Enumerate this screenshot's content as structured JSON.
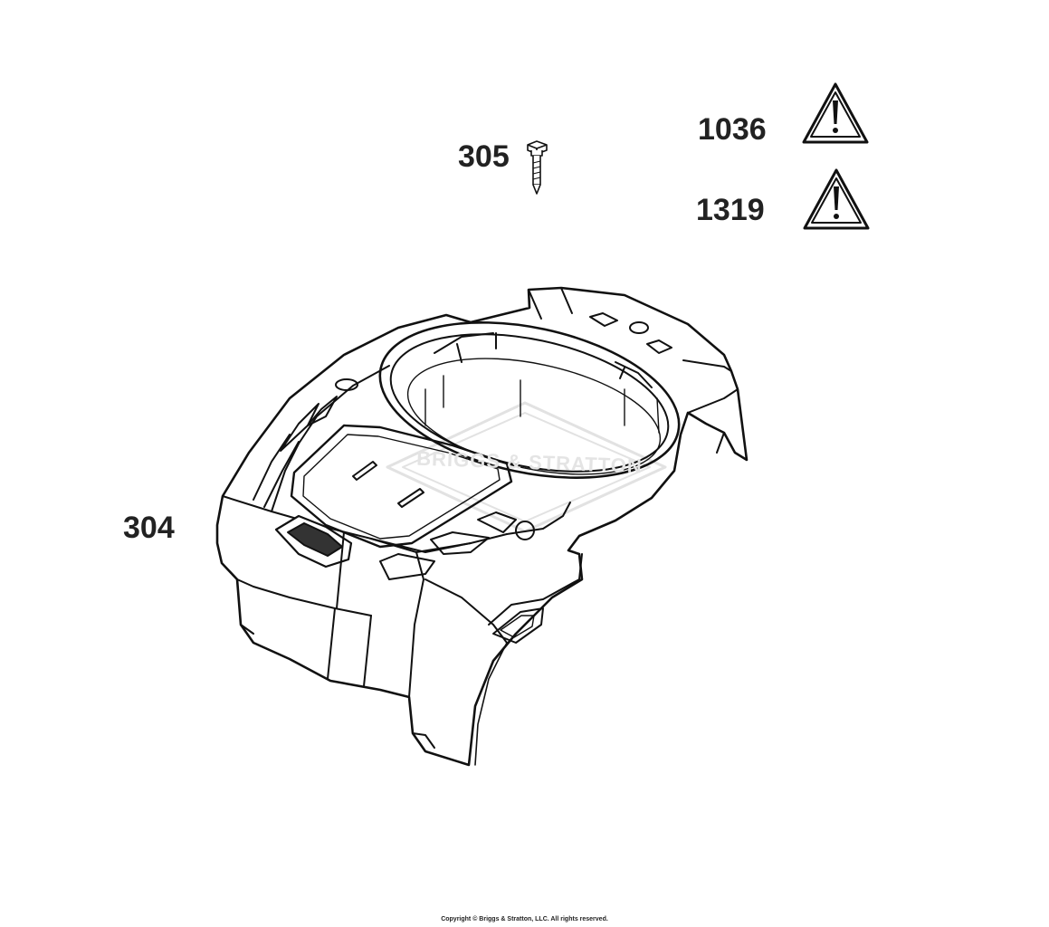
{
  "parts": {
    "blower_housing": {
      "ref": "304"
    },
    "screw": {
      "ref": "305"
    },
    "warning_label_1": {
      "ref": "1036"
    },
    "warning_label_2": {
      "ref": "1319"
    }
  },
  "watermark": {
    "text": "BRIGGS & STRATTON"
  },
  "footer": {
    "copyright": "Copyright © Briggs & Stratton, LLC. All rights reserved."
  },
  "colors": {
    "line": "#111111",
    "callout": "#222222",
    "watermark": "#e6e6e6"
  }
}
